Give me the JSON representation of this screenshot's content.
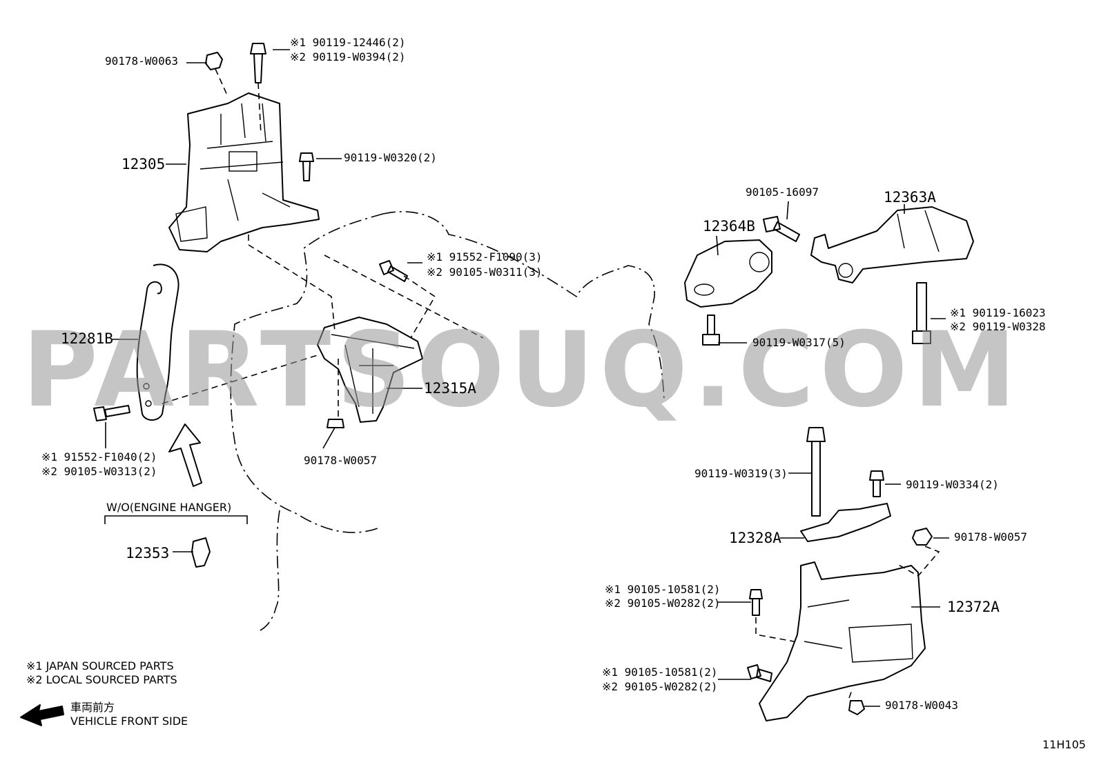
{
  "watermark": "PARTSOUQ.COM",
  "callouts": {
    "p90178_w0063": "90178-W0063",
    "bolt_top_1": "※1 90119-12446(2)",
    "bolt_top_2": "※2 90119-W0394(2)",
    "p12305": "12305",
    "p90119_w0320": "90119-W0320(2)",
    "p12281b": "12281B",
    "bolt_left_1": "※1 91552-F1040(2)",
    "bolt_left_2": "※2 90105-W0313(2)",
    "wo_engine_hanger": "W/O(ENGINE HANGER)",
    "p12353": "12353",
    "bolt_mid_1": "※1 91552-F1090(3)",
    "bolt_mid_2": "※2 90105-W0311(3)",
    "p12315a": "12315A",
    "p90178_w0057_a": "90178-W0057",
    "p90105_16097": "90105-16097",
    "p12363a": "12363A",
    "p12364b": "12364B",
    "bolt_right_1": "※1 90119-16023",
    "bolt_right_2": "※2 90119-W0328",
    "p90119_w0317": "90119-W0317(5)",
    "p90119_w0319": "90119-W0319(3)",
    "p90119_w0334": "90119-W0334(2)",
    "p12328a": "12328A",
    "p90178_w0057_b": "90178-W0057",
    "bolt_lr1_1": "※1 90105-10581(2)",
    "bolt_lr1_2": "※2 90105-W0282(2)",
    "p12372a": "12372A",
    "bolt_lr2_1": "※1 90105-10581(2)",
    "bolt_lr2_2": "※2 90105-W0282(2)",
    "p90178_w0043": "90178-W0043"
  },
  "legend": {
    "note1": "※1  JAPAN SOURCED PARTS",
    "note2": "※2  LOCAL SOURCED PARTS",
    "front_jp": "車両前方",
    "front_en": "VEHICLE FRONT SIDE"
  },
  "diagram_code": "11H105"
}
